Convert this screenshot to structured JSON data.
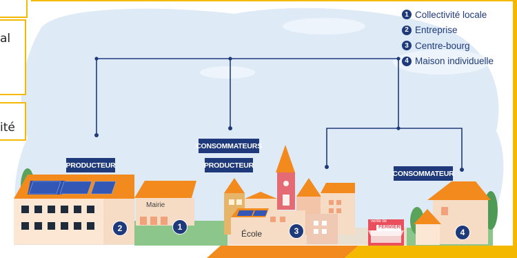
{
  "side_boxes": [
    {
      "text": "al"
    },
    {
      "text": "ité"
    }
  ],
  "legend": [
    {
      "num": "1",
      "label": "Collectivité locale"
    },
    {
      "num": "2",
      "label": "Entreprise"
    },
    {
      "num": "3",
      "label": "Centre-bourg"
    },
    {
      "num": "4",
      "label": "Maison individuelle"
    }
  ],
  "tags": {
    "producteur_left": "PRODUCTEUR",
    "consommateurs": "CONSOMMATEURS",
    "producteur_center": "PRODUCTEUR",
    "consommateur_right": "CONSOMMATEUR"
  },
  "badges": {
    "mairie": "1",
    "entreprise": "2",
    "centre_bourg": "3",
    "maison": "4"
  },
  "building_labels": {
    "mairie": "Mairie",
    "ecole": "École",
    "vente_line1": "vente de",
    "vente_line2": "FERMIERS"
  },
  "colors": {
    "navy": "#1f3a7a",
    "yellow": "#f5b800",
    "orange": "#f28a1e",
    "sky": "#dfeaf7",
    "wall": "#f6dcc4"
  }
}
